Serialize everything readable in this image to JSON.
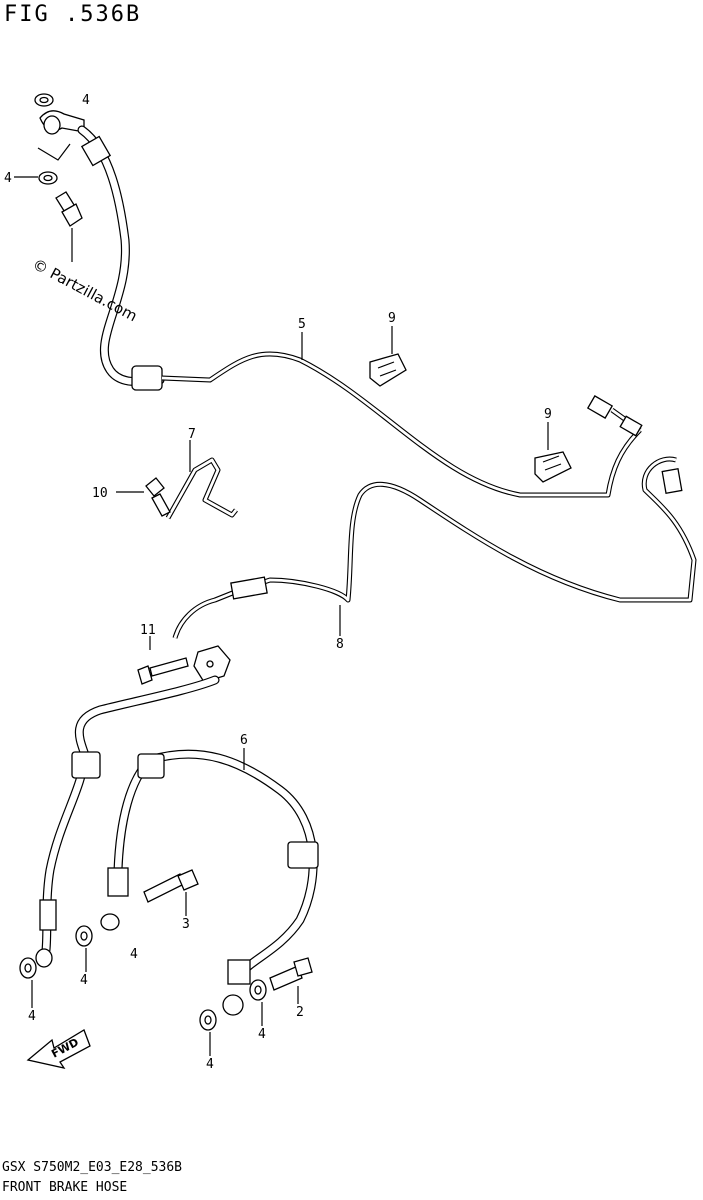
{
  "figure": {
    "title": "FIG .536B",
    "footer_code": "GSX  S750M2_E03_E28_536B",
    "footer_caption": "FRONT BRAKE HOSE",
    "watermark": "© Partzilla.com"
  },
  "callouts": [
    {
      "id": "c4a",
      "label": "4"
    },
    {
      "id": "c4b",
      "label": "4"
    },
    {
      "id": "c5",
      "label": "5"
    },
    {
      "id": "c9a",
      "label": "9"
    },
    {
      "id": "c9b",
      "label": "9"
    },
    {
      "id": "c7",
      "label": "7"
    },
    {
      "id": "c10",
      "label": "10"
    },
    {
      "id": "c8",
      "label": "8"
    },
    {
      "id": "c11",
      "label": "11"
    },
    {
      "id": "c6",
      "label": "6"
    },
    {
      "id": "c3",
      "label": "3"
    },
    {
      "id": "c4c",
      "label": "4"
    },
    {
      "id": "c4d",
      "label": "4"
    },
    {
      "id": "c4e",
      "label": "4"
    },
    {
      "id": "c2",
      "label": "2"
    },
    {
      "id": "c4f",
      "label": "4"
    },
    {
      "id": "c4g",
      "label": "4"
    }
  ],
  "fwd_label": "FWD"
}
